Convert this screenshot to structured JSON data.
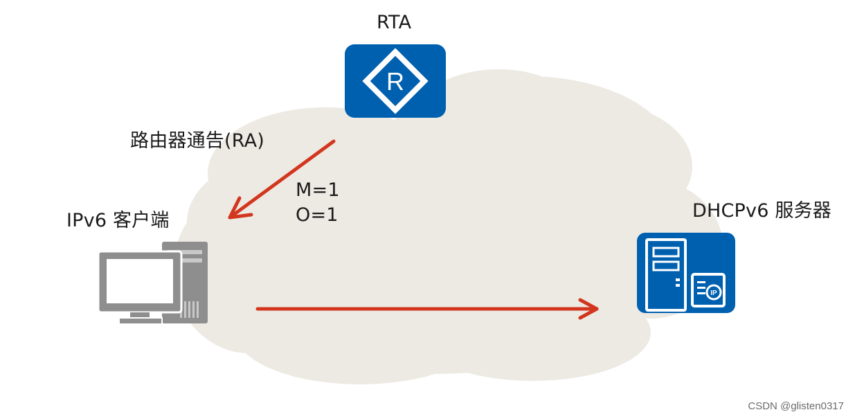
{
  "nodes": {
    "router": {
      "label": "RTA",
      "icon": "router-icon"
    },
    "client": {
      "label": "IPv6 客户端",
      "icon": "desktop-computer-icon"
    },
    "server": {
      "label": "DHCPv6 服务器",
      "icon": "ip-server-icon",
      "badge": "IP"
    }
  },
  "messages": {
    "ra_label": "路由器通告(RA)",
    "flag_m": "M=1",
    "flag_o": "O=1"
  },
  "watermark": "CSDN @glisten0317",
  "colors": {
    "cloud": "#EDE9E3",
    "arrow": "#D2361E",
    "device_blue": "#0060B0",
    "device_gray": "#8E8E8E"
  }
}
